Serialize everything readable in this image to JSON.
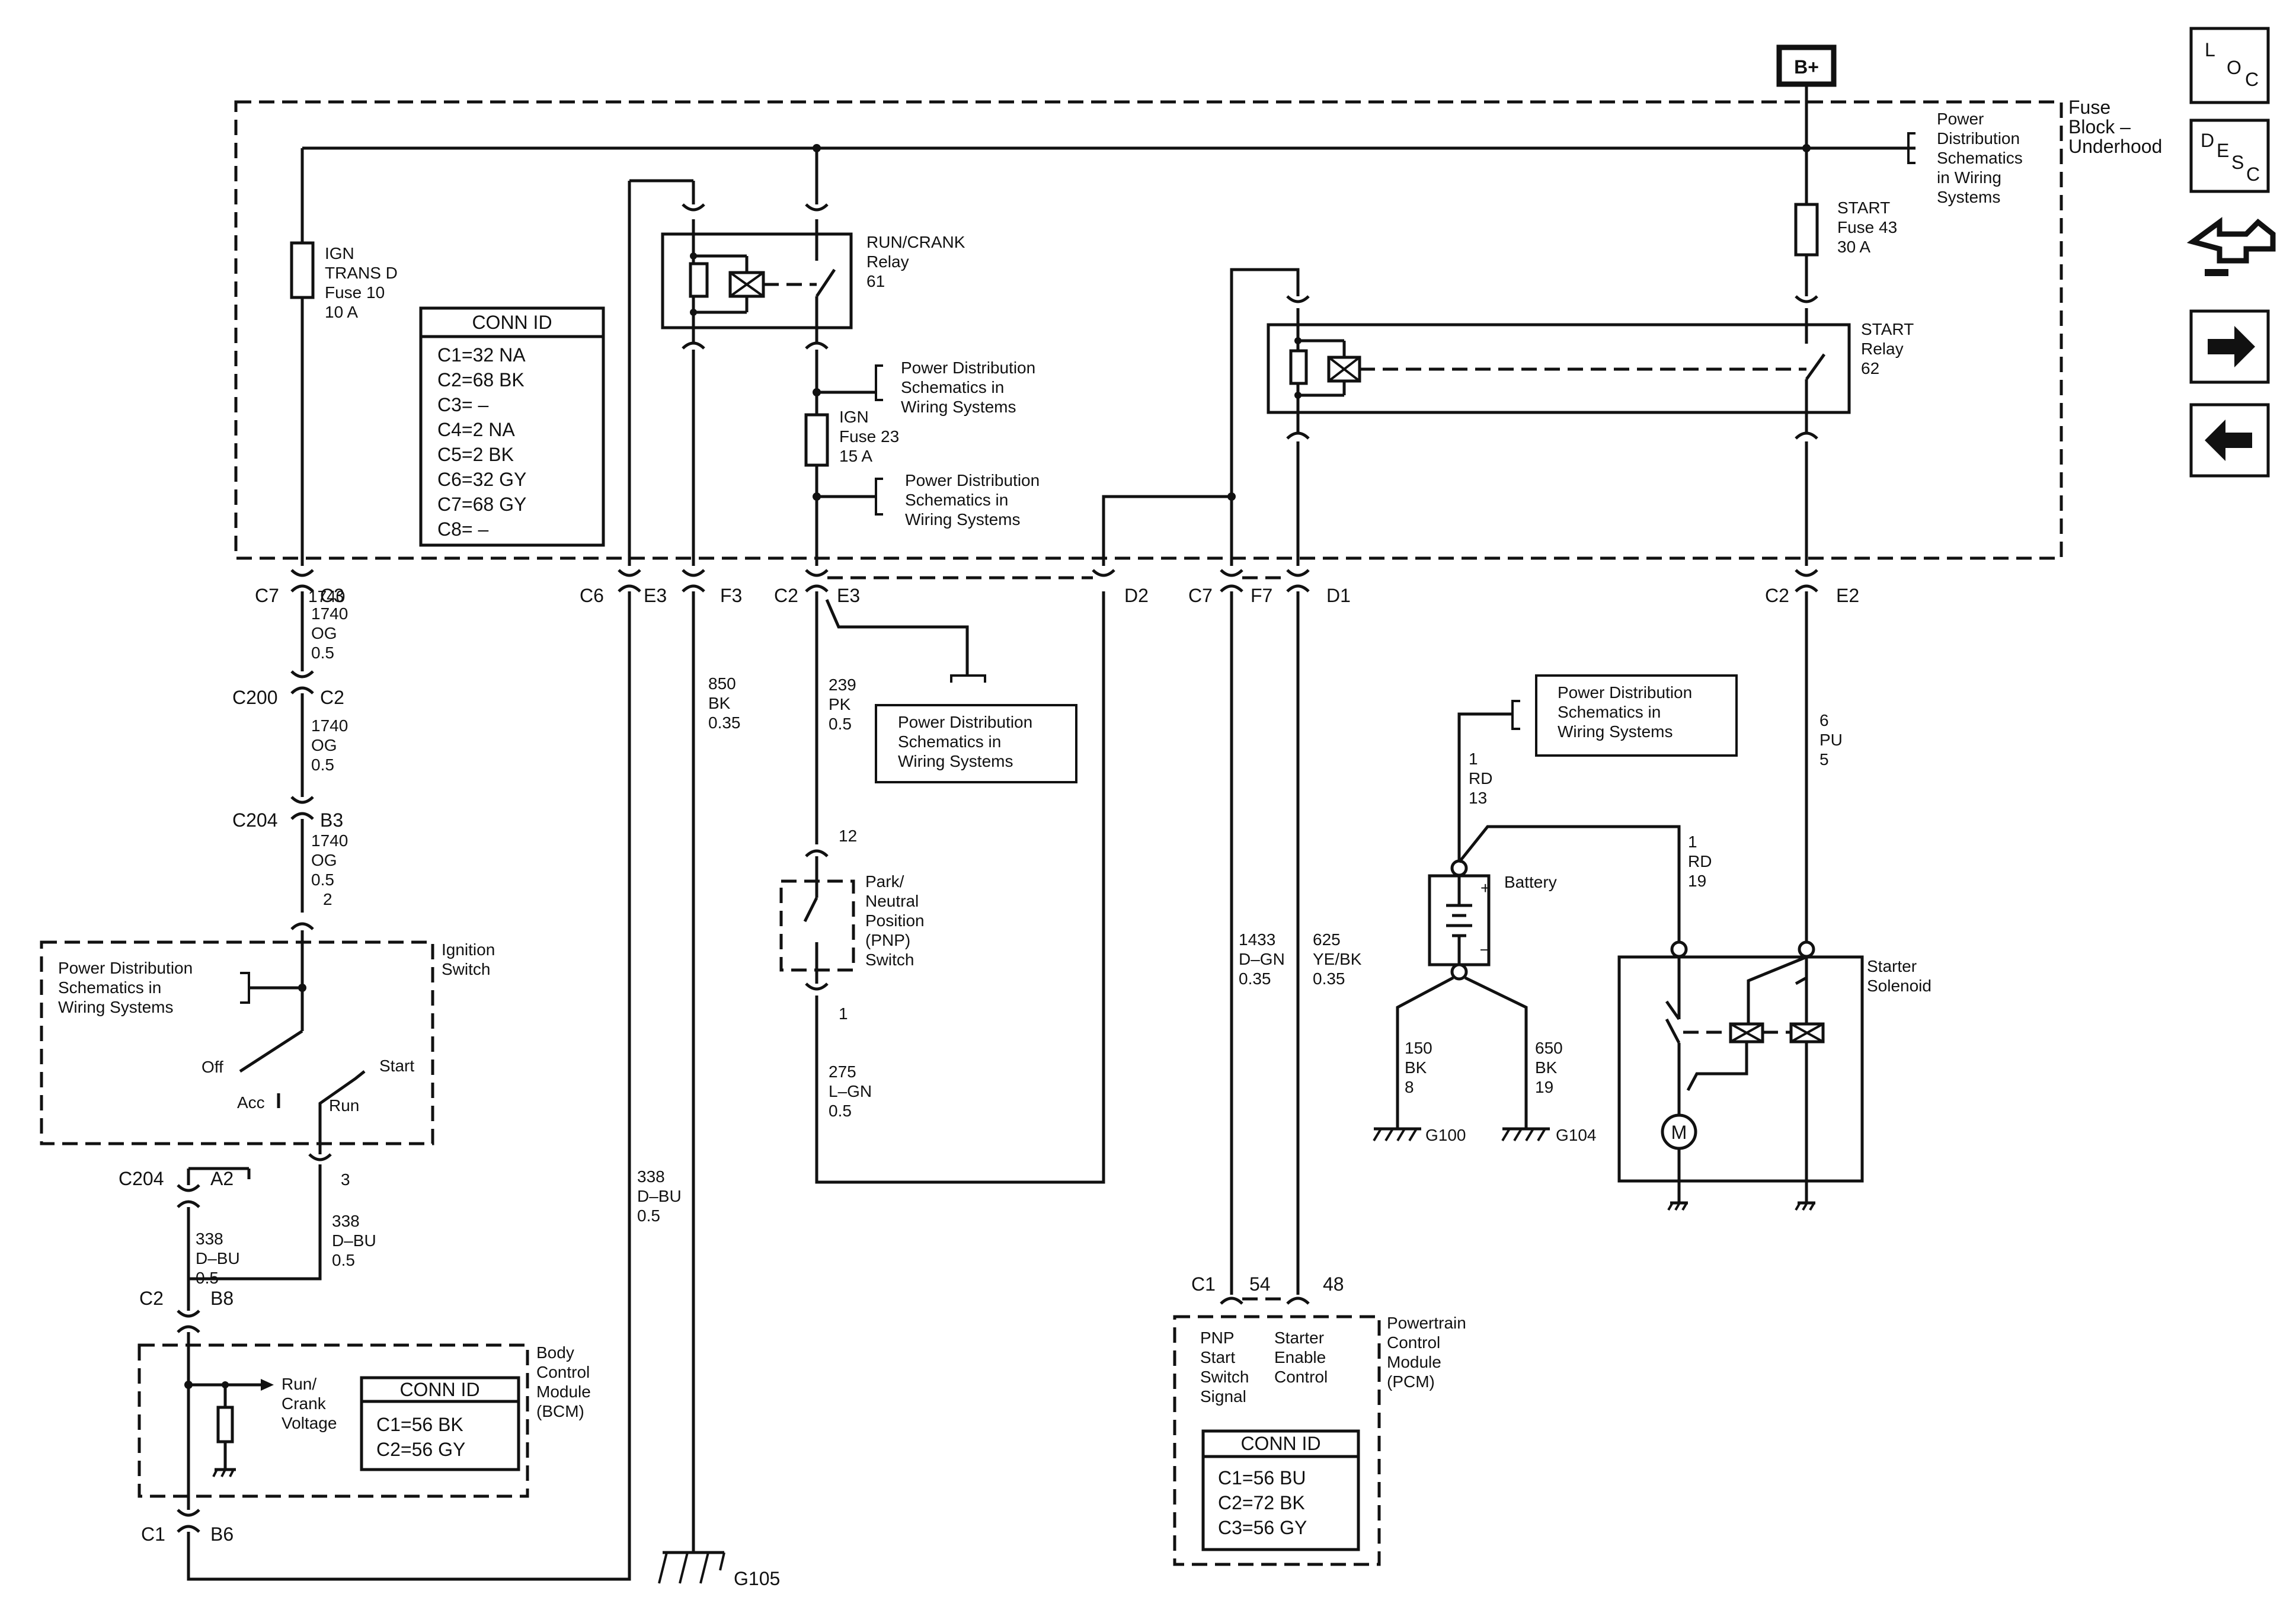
{
  "supply": {
    "b_plus": "B+"
  },
  "fuse_block": {
    "title_1": "Fuse",
    "title_2": "Block –",
    "title_3": "Underhood"
  },
  "pd": {
    "l1": "Power Distribution",
    "l2": "Schematics in",
    "l3": "Wiring Systems"
  },
  "pd_top": {
    "l1": "Power",
    "l2": "Distribution",
    "l3": "Schematics",
    "l4": "in Wiring",
    "l5": "Systems"
  },
  "pd_small": {
    "l1": "Power Distribution",
    "l2": "Schematics in",
    "l3": "Wiring Systems"
  },
  "fuse_ign_trans": {
    "l1": "IGN",
    "l2": "TRANS D",
    "l3": "Fuse 10",
    "l4": "10 A"
  },
  "fuse_ign23": {
    "l1": "IGN",
    "l2": "Fuse 23",
    "l3": "15 A"
  },
  "fuse_start": {
    "l1": "START",
    "l2": "Fuse 43",
    "l3": "30 A"
  },
  "relay_run": {
    "l1": "RUN/CRANK",
    "l2": "Relay",
    "l3": "61"
  },
  "relay_start": {
    "l1": "START",
    "l2": "Relay",
    "l3": "62"
  },
  "conn_fuse": {
    "title": "CONN ID",
    "rows": [
      "C1=32 NA",
      "C2=68 BK",
      "C3= –",
      "C4=2 NA",
      "C5=2 BK",
      "C6=32 GY",
      "C7=68 GY",
      "C8= –"
    ]
  },
  "conn_bcm": {
    "title": "CONN ID",
    "rows": [
      "C1=56 BK",
      "C2=56 GY"
    ]
  },
  "conn_pcm": {
    "title": "CONN ID",
    "rows": [
      "C1=56 BU",
      "C2=72 BK",
      "C3=56 GY"
    ]
  },
  "connectors": {
    "c7a": "C7",
    "c3": "C3",
    "c6": "C6",
    "e3a": "E3",
    "f3": "F3",
    "c2a": "C2",
    "e3b": "E3",
    "d2": "D2",
    "c7b": "C7",
    "f7": "F7",
    "d1": "D1",
    "c2b": "C2",
    "e2": "E2",
    "c200": "C200",
    "c2c": "C2",
    "c204a": "C204",
    "b3": "B3",
    "pin2": "2",
    "pin3": "3",
    "c204b": "C204",
    "a2": "A2",
    "c2d": "C2",
    "b8": "B8",
    "c1a": "C1",
    "b6": "B6",
    "pin12": "12",
    "pin1": "1",
    "c1b": "C1",
    "pin54": "54",
    "pin48": "48"
  },
  "wires": {
    "w1": [
      "1740",
      "OG",
      "0.5"
    ],
    "w2": [
      "1740",
      "OG",
      "0.5"
    ],
    "w3": [
      "1740",
      "OG",
      "0.5"
    ],
    "w850": [
      "850",
      "BK",
      "0.35"
    ],
    "w239": [
      "239",
      "PK",
      "0.5"
    ],
    "w275": [
      "275",
      "L–GN",
      "0.5"
    ],
    "w338a": [
      "338",
      "D–BU",
      "0.5"
    ],
    "w338b": [
      "338",
      "D–BU",
      "0.5"
    ],
    "w338c": [
      "338",
      "D–BU",
      "0.5"
    ],
    "w1433": [
      "1433",
      "D–GN",
      "0.35"
    ],
    "w625": [
      "625",
      "YE/BK",
      "0.35"
    ],
    "w6": [
      "6",
      "PU",
      "5"
    ],
    "w1rd13": [
      "1",
      "RD",
      "13"
    ],
    "w1rd19": [
      "1",
      "RD",
      "19"
    ],
    "w150": [
      "150",
      "BK",
      "8"
    ],
    "w650": [
      "650",
      "BK",
      "19"
    ]
  },
  "ignition": {
    "title_1": "Ignition",
    "title_2": "Switch",
    "off": "Off",
    "acc": "Acc",
    "start": "Start",
    "run": "Run"
  },
  "pnp": {
    "l1": "Park/",
    "l2": "Neutral",
    "l3": "Position",
    "l4": "(PNP)",
    "l5": "Switch"
  },
  "battery": {
    "label": "Battery",
    "plus": "+",
    "minus": "–"
  },
  "starter": {
    "l1": "Starter",
    "l2": "Solenoid",
    "motor": "M"
  },
  "grounds": {
    "g100": "G100",
    "g104": "G104",
    "g105": "G105"
  },
  "bcm": {
    "t1": "Body",
    "t2": "Control",
    "t3": "Module",
    "t4": "(BCM)",
    "v1": "Run/",
    "v2": "Crank",
    "v3": "Voltage"
  },
  "pcm": {
    "t1": "Powertrain",
    "t2": "Control",
    "t3": "Module",
    "t4": "(PCM)",
    "a1": "PNP",
    "a2": "Start",
    "a3": "Switch",
    "a4": "Signal",
    "b1": "Starter",
    "b2": "Enable",
    "b3": "Control"
  },
  "nav": {
    "loc": [
      "L",
      "O",
      "C"
    ],
    "desc": [
      "D",
      "E",
      "S",
      "C"
    ]
  }
}
